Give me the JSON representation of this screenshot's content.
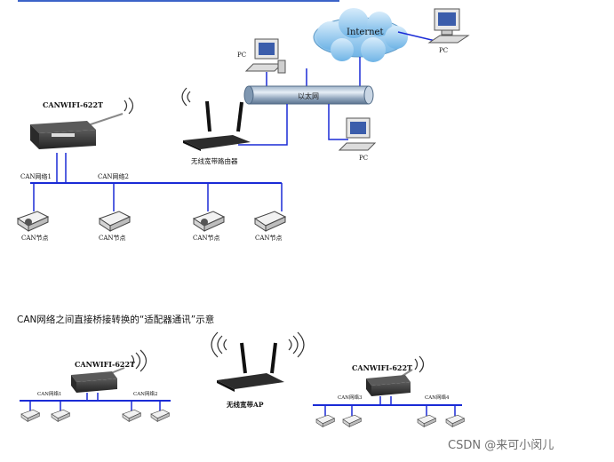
{
  "top_diagram": {
    "internet_label": "Internet",
    "pc_label": "PC",
    "ethernet_label": "以太网",
    "device_name": "CANWIFI-622T",
    "router_label": "无线宽带路由器",
    "can_network_1": "CAN网络1",
    "can_network_2": "CAN网络2",
    "can_node_label": "CAN节点"
  },
  "caption": "CAN网络之间直接桥接转换的“适配器通讯”示意",
  "bottom_diagram": {
    "device_name": "CANWIFI-622T",
    "ap_label": "无线宽带AP",
    "net_labels": [
      "CAN网络1",
      "CAN网络2",
      "CAN网络3",
      "CAN网络4"
    ]
  },
  "colors": {
    "bus": "#1a2bd6",
    "line": "#1a2bd6"
  },
  "watermark": "CSDN @来可小闵儿"
}
